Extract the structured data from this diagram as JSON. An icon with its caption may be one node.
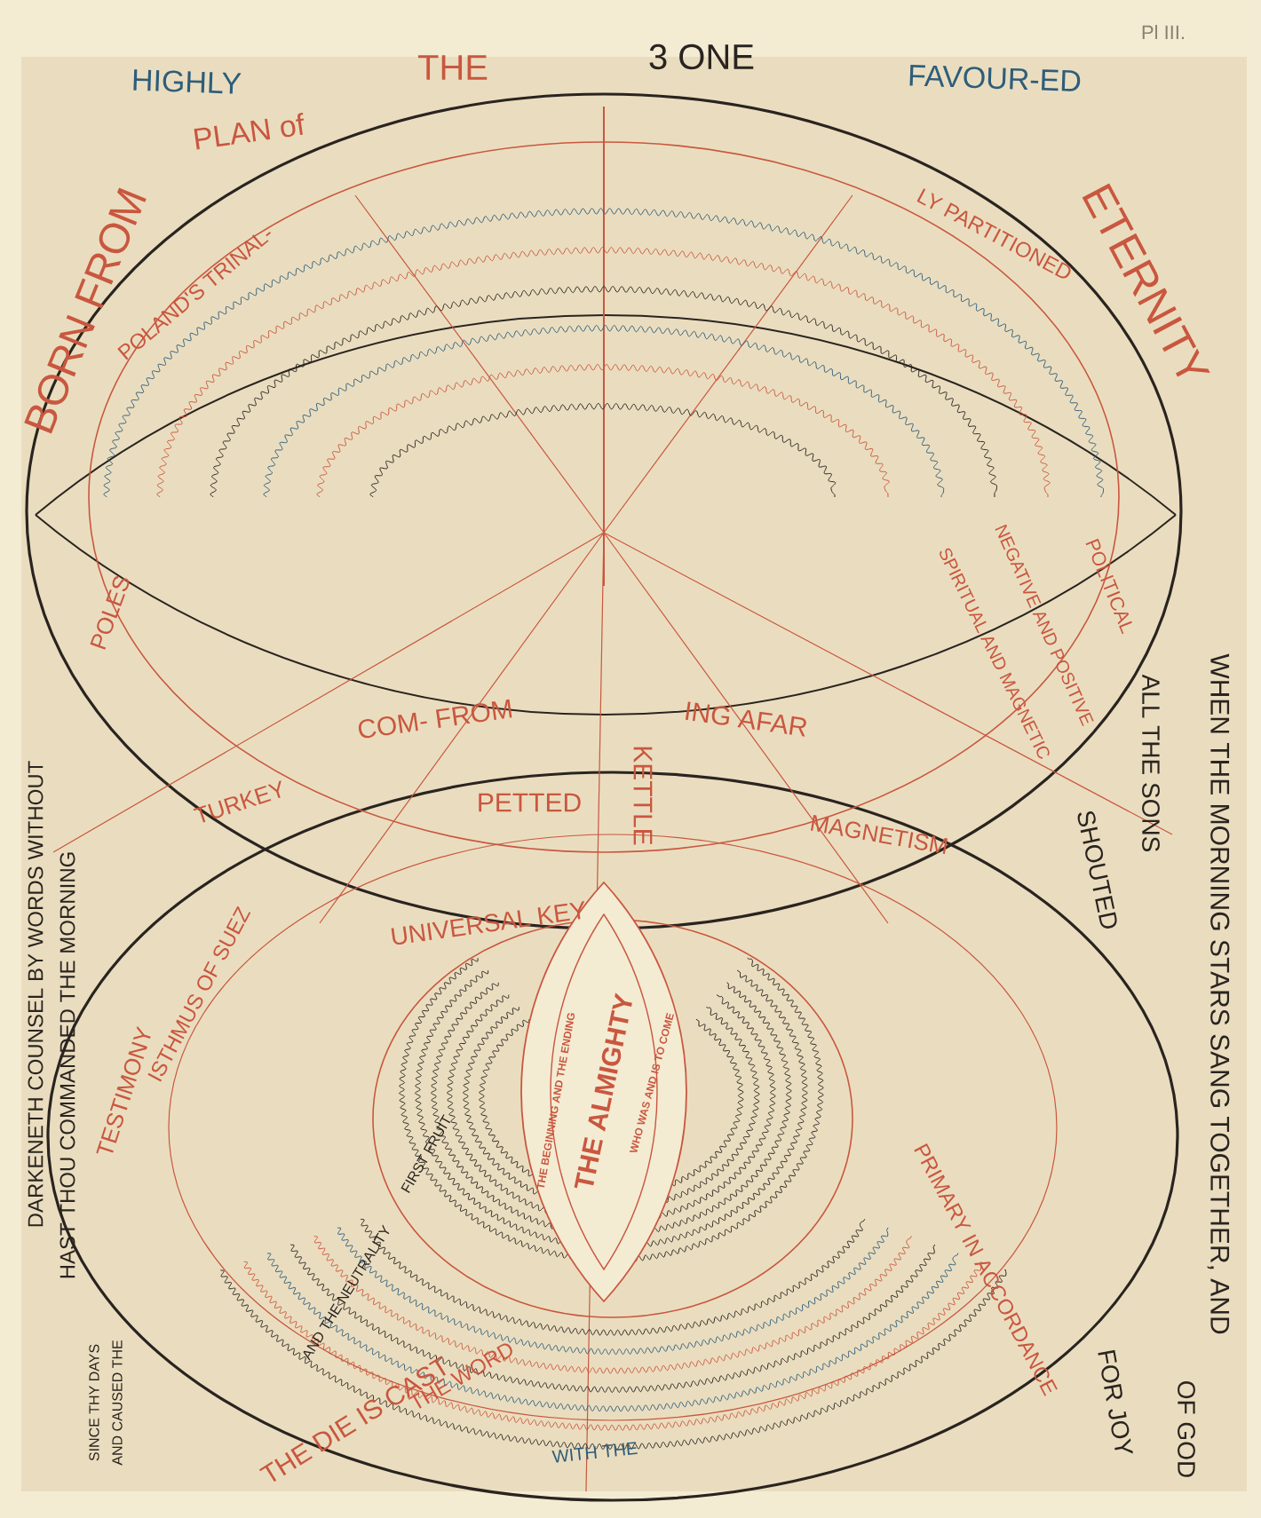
{
  "diagram": {
    "nodes": [
      {
        "text": [
          "THE ALMIGHTY",
          "THE BEGINNING AND THE ENDING",
          "WHO WAS AND IS TO COME"
        ]
      }
    ],
    "labels": [
      "Pl III.",
      "HIGHLY",
      "PLAN of",
      "THE",
      "3 ONE",
      "FAVOUR-ED",
      "BORN FROM",
      "ETERNITY",
      "POLAND'S TRINAL-",
      "LY PARTITIONED",
      "POLITICAL",
      "NEGATIVE AND POSITIVE",
      "SPIRITUAL AND MAGNETIC",
      "COM- FROM",
      "ING AFAR",
      "KETTLE",
      "PETTED",
      "POLES",
      "TURKEY",
      "MAGNETISM",
      "UNIVERSAL KEY",
      "ISTHMUS OF SUEZ",
      "TESTIMONY",
      "PRIMARY IN ACCORDANCE",
      "WITH THE",
      "THE DIE IS CAST",
      "AND THE NEUTRALITY",
      "THE WORD",
      "FIRST FRUIT",
      "WHEN THE MORNING STARS SANG TOGETHER, AND",
      "ALL THE SONS",
      "OF GOD",
      "SHOUTED",
      "FOR JOY",
      "DARKENETH COUNSEL BY WORDS WITHOUT",
      "HAST THOU COMMANDED THE MORNING",
      "SINCE THY DAYS",
      "AND CAUSED THE"
    ]
  }
}
